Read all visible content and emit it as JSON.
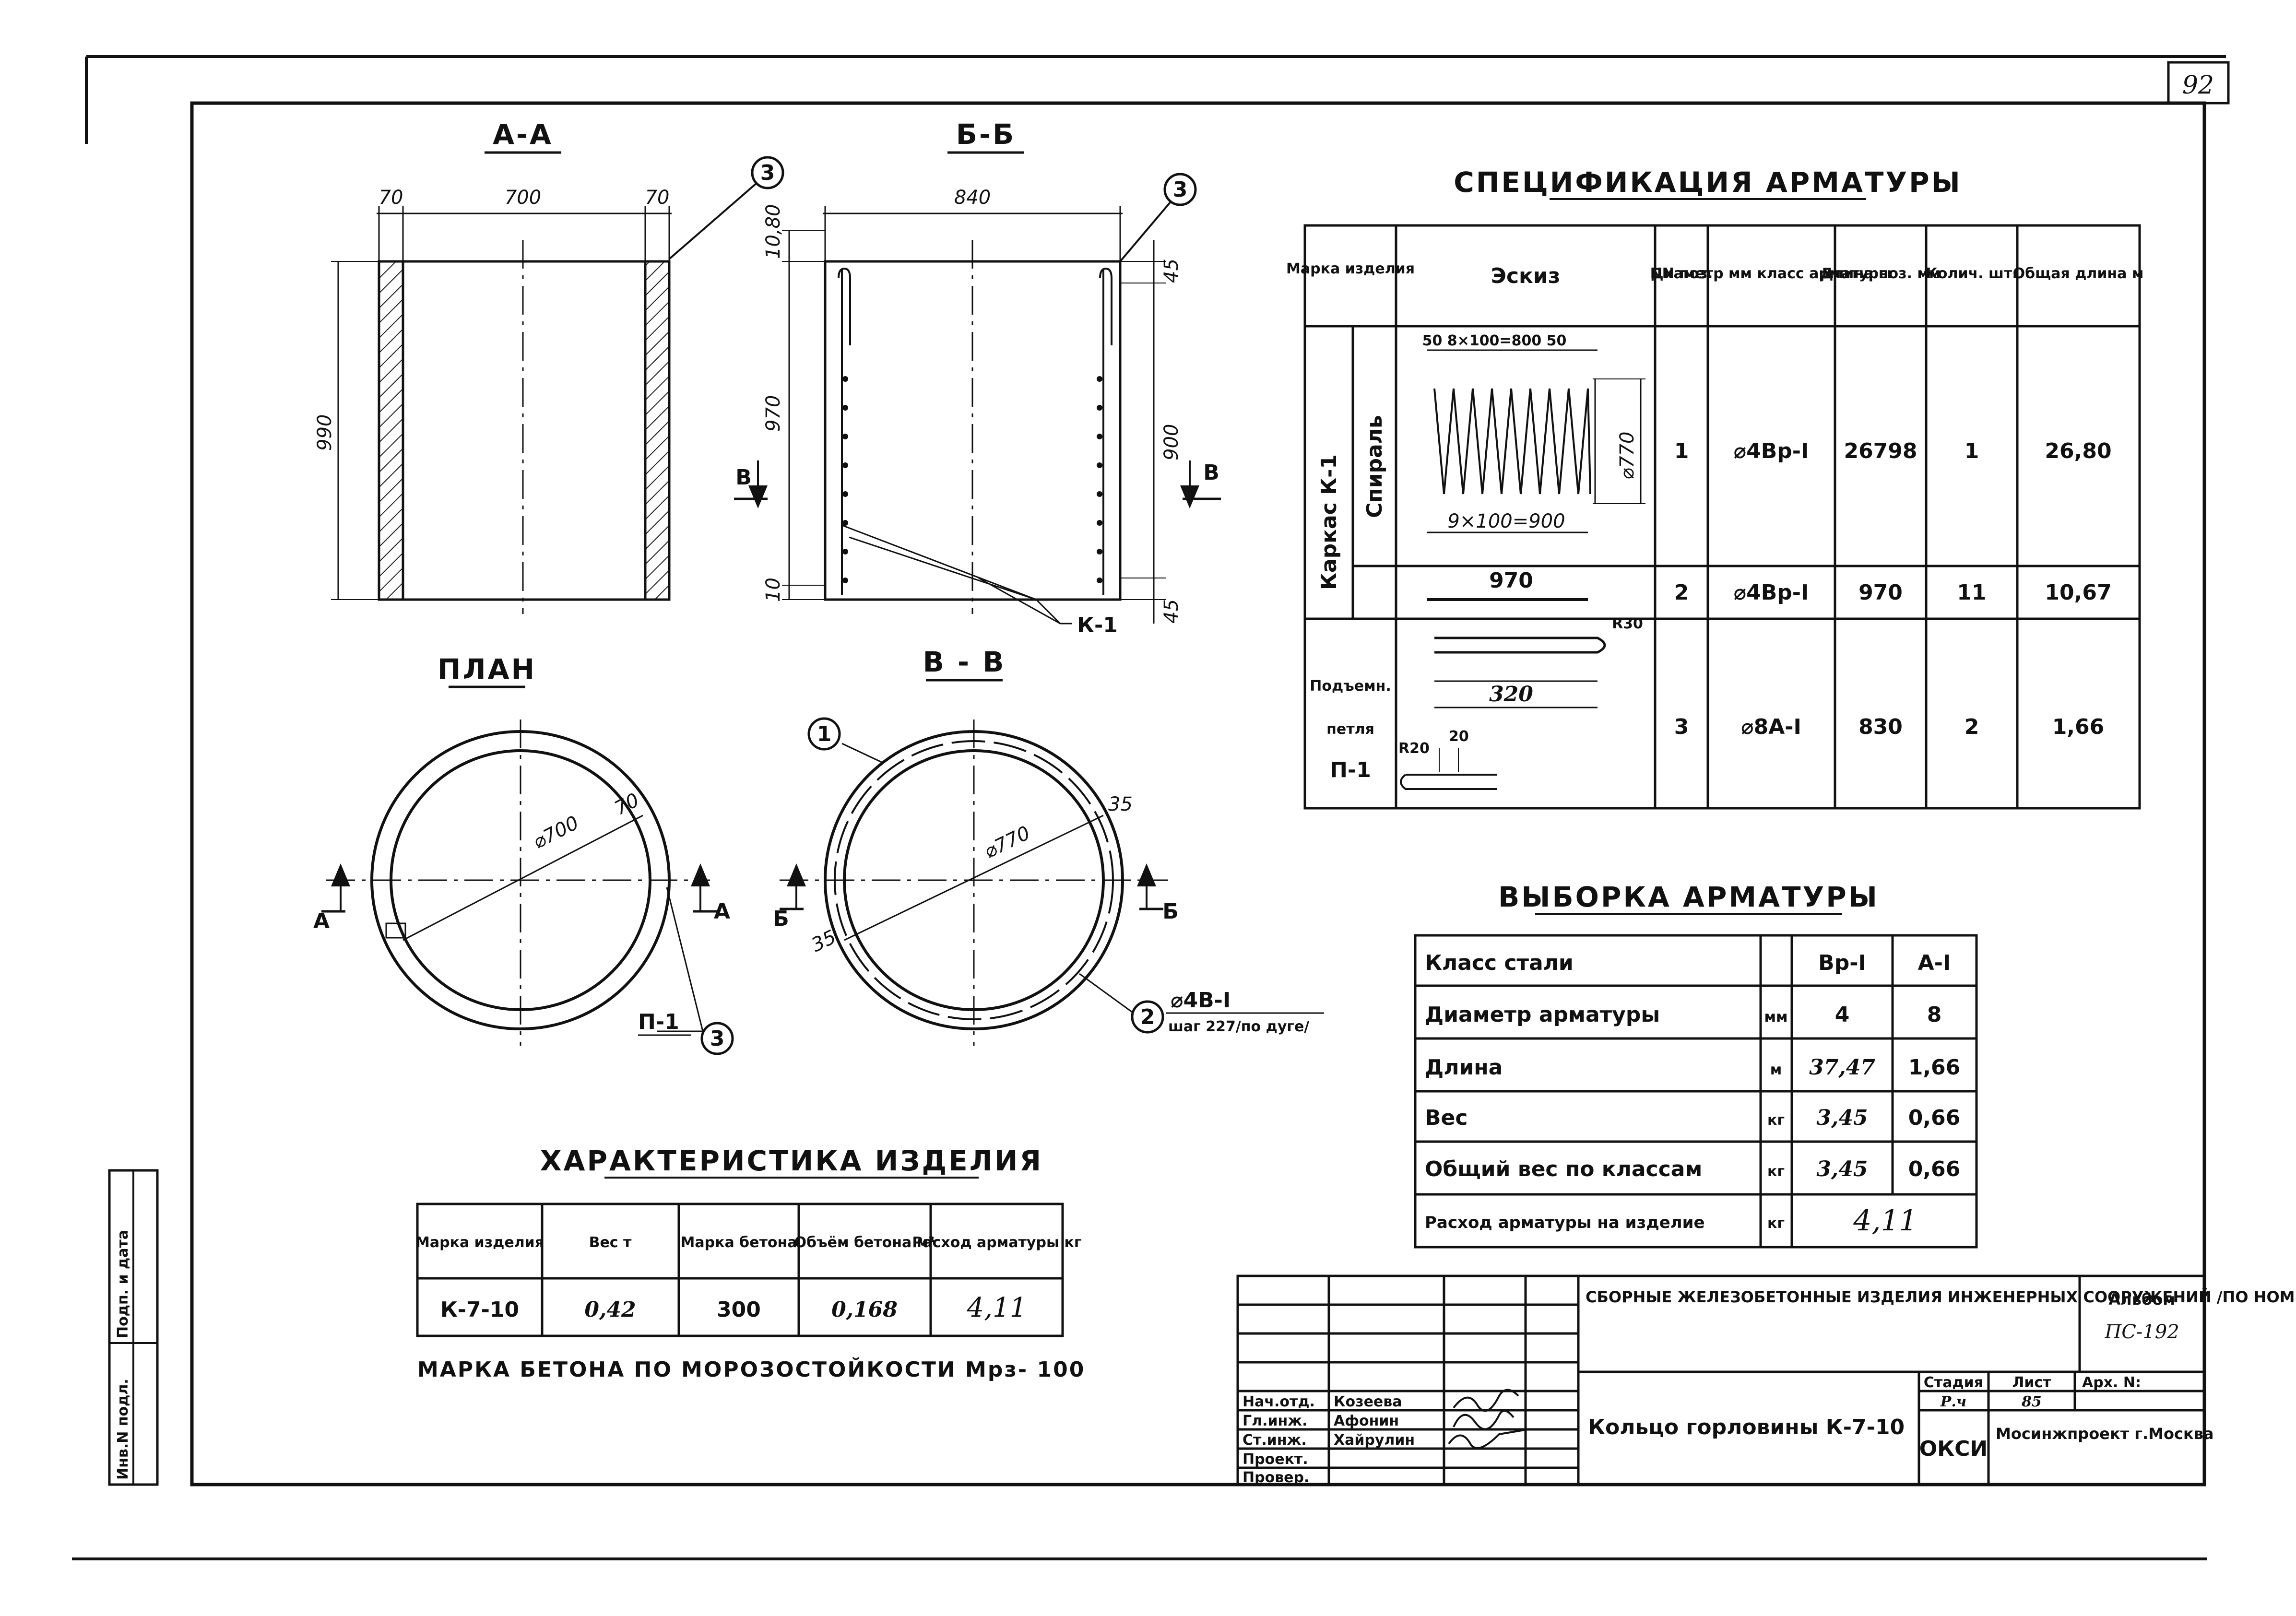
{
  "sheet": {
    "page_number": "92"
  },
  "section_aa": {
    "title": "А-А",
    "dim_wall_left": "70",
    "dim_inner": "700",
    "dim_wall_right": "70",
    "dim_height": "990",
    "callout": "3"
  },
  "section_bb": {
    "title": "Б-Б",
    "dim_outer": "840",
    "callout": "3",
    "dim_top_left": "10,80",
    "dim_height_left": "970",
    "dim_bottom_left": "10",
    "dim_top_right": "45",
    "dim_height_right": "900",
    "dim_bottom_right": "45",
    "cut_mark": "В",
    "frame_label": "К-1"
  },
  "plan": {
    "title": "ПЛАН",
    "dim_diameter": "⌀700",
    "dim_wall": "70",
    "cut_mark": "А",
    "loop_label": "П-1",
    "callout": "3"
  },
  "section_vv": {
    "title": "В - В",
    "dim_diameter": "⌀770",
    "dim_offset_right": "35",
    "dim_offset_left": "35",
    "cut_mark": "Б",
    "callout_1": "1",
    "callout_2": "2",
    "bar_spec": "⌀4В-I",
    "bar_note": "шаг 227/по дуге/"
  },
  "spec_table": {
    "title": "СПЕЦИФИКАЦИЯ АРМАТУРЫ",
    "headers": [
      "Марка изделия",
      "Эскиз",
      "NN поз.",
      "Диаметр мм класс арматуры",
      "Длина поз. мм",
      "Колич. шт.",
      "Общая длина м"
    ],
    "group_1": "Каркас К-1",
    "group_1_sub": "Спираль",
    "group_2": [
      "Подъемн.",
      "петля",
      "П-1"
    ],
    "rows": [
      {
        "pos": "1",
        "diameter": "⌀4Вр-I",
        "length": "26798",
        "qty": "1",
        "total": "26,80"
      },
      {
        "pos": "2",
        "diameter": "⌀4Вр-I",
        "length": "970",
        "qty": "11",
        "total": "10,67"
      },
      {
        "pos": "3",
        "diameter": "⌀8А-I",
        "length": "830",
        "qty": "2",
        "total": "1,66"
      }
    ],
    "sketch_1": {
      "top": "50   8×100=800   50",
      "bottom": "9×100=900",
      "diam": "⌀770"
    },
    "sketch_2": {
      "length": "970"
    },
    "sketch_3": {
      "length": "320",
      "radius_1": "R30",
      "radius_2": "R20",
      "gap": "20"
    }
  },
  "selection_table": {
    "title": "ВЫБОРКА АРМАТУРЫ",
    "header": {
      "label": "Класс стали",
      "col_1": "Вр-I",
      "col_2": "А-I"
    },
    "rows": [
      {
        "label": "Диаметр арматуры",
        "unit": "мм",
        "v1": "4",
        "v2": "8"
      },
      {
        "label": "Длина",
        "unit": "м",
        "v1": "37,47",
        "v2": "1,66"
      },
      {
        "label": "Вес",
        "unit": "кг",
        "v1": "3,45",
        "v2": "0,66"
      },
      {
        "label": "Общий вес по классам",
        "unit": "кг",
        "v1": "3,45",
        "v2": "0,66"
      }
    ],
    "total_label": "Расход арматуры на изделие",
    "total_unit": "кг",
    "total_value": "4,11"
  },
  "characteristics": {
    "title": "ХАРАКТЕРИСТИКА ИЗДЕЛИЯ",
    "headers": [
      "Марка изделия",
      "Вес т",
      "Марка бетона",
      "Объём бетона м³",
      "Расход арматуры кг"
    ],
    "row": [
      "К-7-10",
      "0,42",
      "300",
      "0,168",
      "4,11"
    ],
    "note": "МАРКА БЕТОНА ПО МОРОЗОСТОЙКОСТИ Мрз- 100"
  },
  "title_block": {
    "project": "СБОРНЫЕ ЖЕЛЕЗОБЕТОННЫЕ ИЗДЕЛИЯ ИНЖЕНЕРНЫХ СООРУЖЕНИЙ /ПО НОМЕНКЛАТУРЕ ГЛАВМОСИНЖСТРОЯ/",
    "album_label": "Альбом",
    "album": "ПС-192",
    "drawing_name": "Кольцо горловины К-7-10",
    "stage_label": "Стадия",
    "sheet_label": "Лист",
    "archive_label": "Арх. N:",
    "stage": "Р.ч",
    "sheet": "85",
    "dept": "ОКСИ",
    "org": "Мосинжпроект г.Москва",
    "roles": [
      {
        "role": "Нач.отд.",
        "name": "Козеева"
      },
      {
        "role": "Гл.инж.",
        "name": "Афонин"
      },
      {
        "role": "Ст.инж.",
        "name": "Хайрулин"
      },
      {
        "role": "Проект.",
        "name": ""
      },
      {
        "role": "Провер.",
        "name": ""
      }
    ],
    "side_stamp": [
      "Инв.N подл.",
      "Подп. и дата"
    ]
  }
}
